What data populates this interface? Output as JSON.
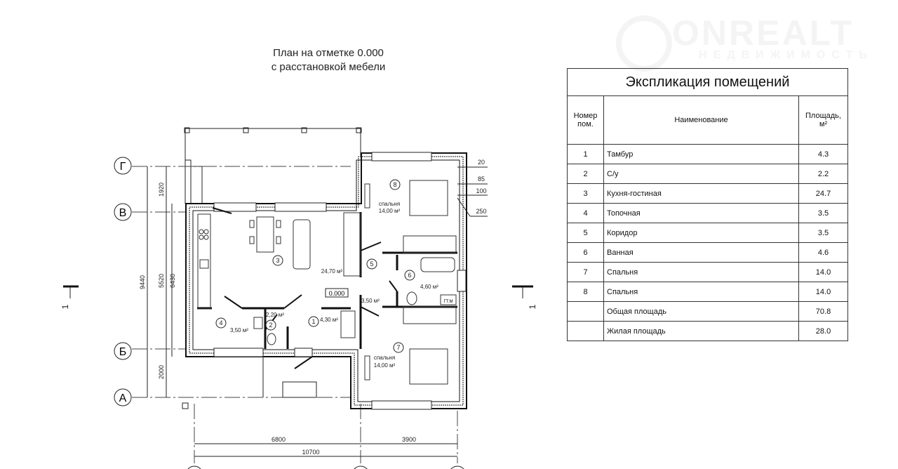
{
  "title": {
    "line1": "План на отметке 0.000",
    "line2": "с расстановкой мебели"
  },
  "watermark": {
    "brand": "ONREALT",
    "sub": "НЕДВИЖИМОСТЬ"
  },
  "axes": {
    "g": "Г",
    "v": "В",
    "b": "Б",
    "a": "А"
  },
  "dimensions": {
    "left_total": "9440",
    "left_1": "1920",
    "left_2": "5520",
    "left_3": "2000",
    "left_inner": "6430",
    "bottom_1": "6800",
    "bottom_2": "3900",
    "bottom_total": "10700",
    "wall_20": "20",
    "wall_85": "85",
    "wall_100": "100",
    "wall_250": "250"
  },
  "section_mark": "1",
  "level_mark": "0.000",
  "rooms": [
    {
      "num": "1",
      "area": "4,30 м²"
    },
    {
      "num": "2",
      "area": "2,20 м²"
    },
    {
      "num": "3",
      "area": "24,70 м²"
    },
    {
      "num": "4",
      "area": "3,50 м²"
    },
    {
      "num": "5",
      "area": "3,50 м²"
    },
    {
      "num": "6",
      "area": "4,60 м²"
    },
    {
      "num": "7",
      "name": "спальня",
      "area": "14,00 м²"
    },
    {
      "num": "8",
      "name": "спальня",
      "area": "14,00 м²"
    }
  ],
  "stove_label": "ГТ.М",
  "table": {
    "title": "Экспликация помещений",
    "headers": {
      "num": "Номер пом.",
      "name": "Наименование",
      "area": "Площадь, м²"
    },
    "rows": [
      {
        "num": "1",
        "name": "Тамбур",
        "area": "4.3"
      },
      {
        "num": "2",
        "name": "С/у",
        "area": "2.2"
      },
      {
        "num": "3",
        "name": "Кухня-гостиная",
        "area": "24.7"
      },
      {
        "num": "4",
        "name": "Топочная",
        "area": "3.5"
      },
      {
        "num": "5",
        "name": "Коридор",
        "area": "3.5"
      },
      {
        "num": "6",
        "name": "Ванная",
        "area": "4.6"
      },
      {
        "num": "7",
        "name": "Спальня",
        "area": "14.0"
      },
      {
        "num": "8",
        "name": "Спальня",
        "area": "14.0"
      },
      {
        "num": "",
        "name": "Общая площадь",
        "area": "70.8"
      },
      {
        "num": "",
        "name": "Жилая площадь",
        "area": "28.0"
      }
    ]
  }
}
